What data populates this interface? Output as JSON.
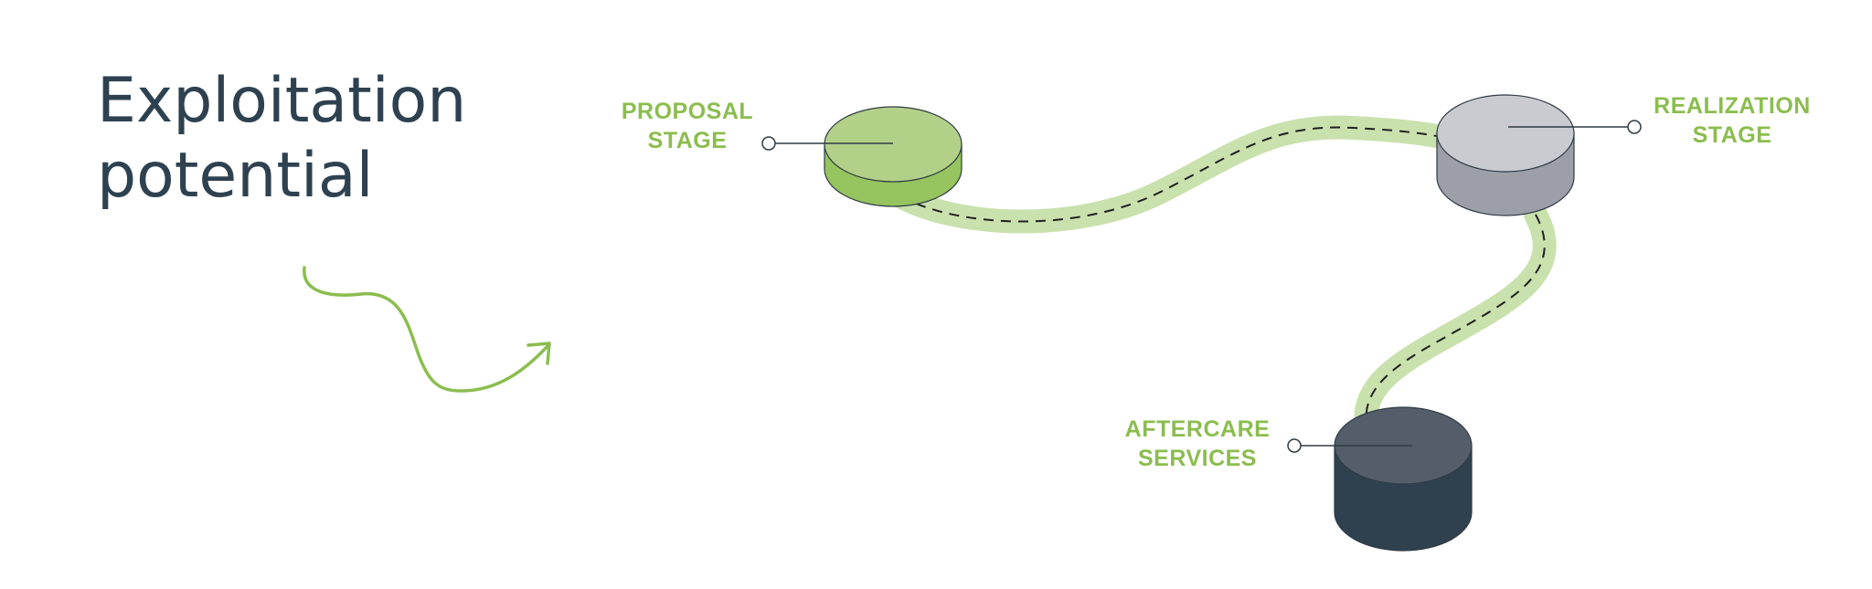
{
  "title": {
    "line1": "Exploitation",
    "line2": "potential"
  },
  "stages": [
    {
      "line1": "PROPOSAL",
      "line2": "STAGE"
    },
    {
      "line1": "REALIZATION",
      "line2": "STAGE"
    },
    {
      "line1": "AFTERCARE",
      "line2": "SERVICES"
    }
  ],
  "colors": {
    "title": "#2e4150",
    "accent": "#8bbd4e",
    "path": "#c9e1ad",
    "proposal_top": "#b2d088",
    "proposal_side": "#96c45e",
    "realization_top": "#c9cbd0",
    "realization_side": "#9c9fa8",
    "aftercare_top": "#545e6a",
    "aftercare_side": "#2f414f"
  }
}
